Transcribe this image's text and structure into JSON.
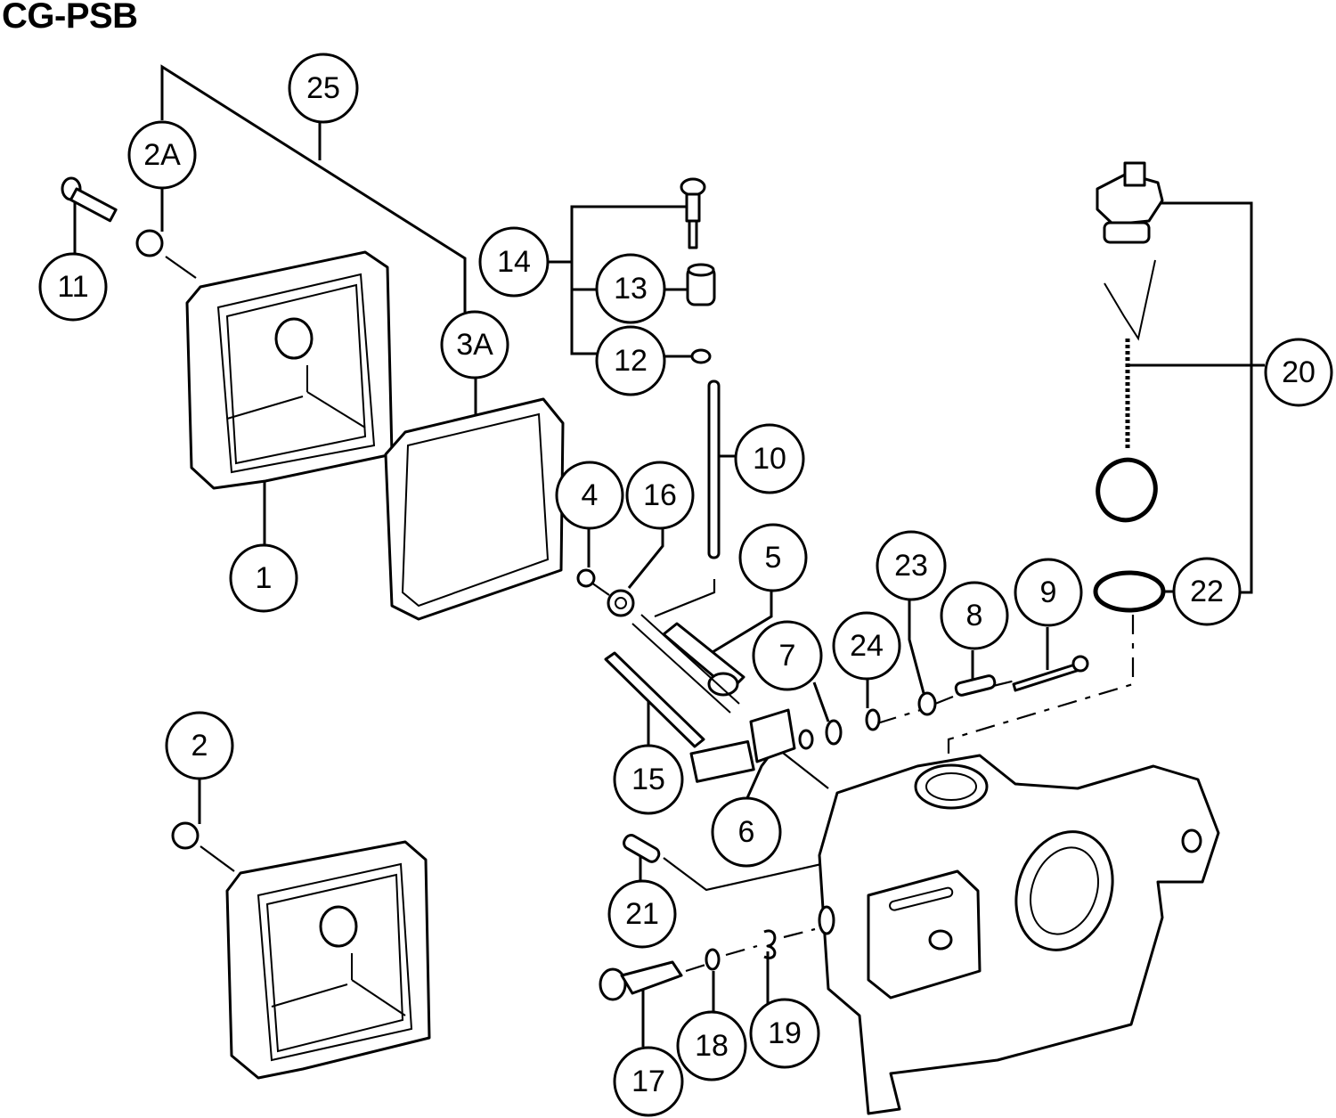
{
  "diagram": {
    "title": "CG-PSB",
    "callouts": [
      {
        "id": "c25",
        "label": "25"
      },
      {
        "id": "c2A",
        "label": "2A"
      },
      {
        "id": "c11",
        "label": "11"
      },
      {
        "id": "c1",
        "label": "1"
      },
      {
        "id": "c3A",
        "label": "3A"
      },
      {
        "id": "c14",
        "label": "14"
      },
      {
        "id": "c13",
        "label": "13"
      },
      {
        "id": "c12",
        "label": "12"
      },
      {
        "id": "c10",
        "label": "10"
      },
      {
        "id": "c4",
        "label": "4"
      },
      {
        "id": "c16",
        "label": "16"
      },
      {
        "id": "c5",
        "label": "5"
      },
      {
        "id": "c7",
        "label": "7"
      },
      {
        "id": "c24",
        "label": "24"
      },
      {
        "id": "c23",
        "label": "23"
      },
      {
        "id": "c8",
        "label": "8"
      },
      {
        "id": "c9",
        "label": "9"
      },
      {
        "id": "c22",
        "label": "22"
      },
      {
        "id": "c20",
        "label": "20"
      },
      {
        "id": "c2",
        "label": "2"
      },
      {
        "id": "c15",
        "label": "15"
      },
      {
        "id": "c6",
        "label": "6"
      },
      {
        "id": "c21",
        "label": "21"
      },
      {
        "id": "c17",
        "label": "17"
      },
      {
        "id": "c18",
        "label": "18"
      },
      {
        "id": "c19",
        "label": "19"
      }
    ]
  }
}
